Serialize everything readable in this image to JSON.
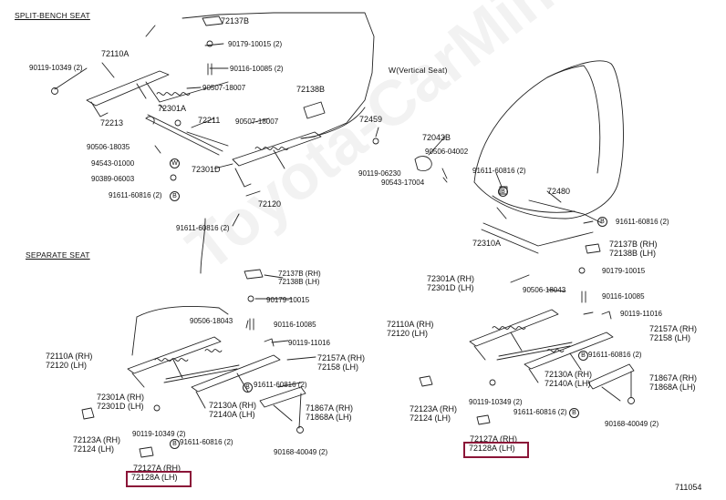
{
  "sections": {
    "split_bench": "SPLIT-BENCH SEAT",
    "separate": "SEPARATE SEAT",
    "vertical": "W(Vertical Seat)"
  },
  "figure_number": "711054",
  "watermark": "Toyota-CarMine.ru",
  "labels": {
    "a1": "72137B",
    "a2": "90179-10015 (2)",
    "a3": "72110A",
    "a4": "90119-10349 (2)",
    "a5": "90116-10085 (2)",
    "a6": "90507-18007",
    "a7": "72138B",
    "a8": "72301A",
    "a9": "72213",
    "a10": "72211",
    "a11": "90507-18007",
    "a12": "90506-18035",
    "a13": "94543-01000",
    "a14": "72301D",
    "a15": "90389-06003",
    "a16": "91611-60816 (2)",
    "a17": "72120",
    "a18": "91611-60816 (2)",
    "b1": "72137B (RH)",
    "b2": "72138B (LH)",
    "b3": "90179-10015",
    "b4": "90506-18043",
    "b5": "90116-10085",
    "b6": "72110A (RH)",
    "b7": "72120 (LH)",
    "b8": "90119-11016",
    "b9": "72157A (RH)",
    "b10": "72158 (LH)",
    "b11": "91611-60816 (2)",
    "b12": "72301A (RH)",
    "b13": "72301D (LH)",
    "b14": "72130A (RH)",
    "b15": "72140A (LH)",
    "b16": "71867A (RH)",
    "b17": "71868A (LH)",
    "b18": "90119-10349 (2)",
    "b19": "72123A (RH)",
    "b20": "72124 (LH)",
    "b21": "91611-60816 (2)",
    "b22": "90168-40049 (2)",
    "b23": "72127A (RH)",
    "b24": "72128A (LH)",
    "c1": "72459",
    "c2": "72043B",
    "c3": "90506-04002",
    "c4": "90119-06230",
    "c5": "90543-17004",
    "c6": "91611-60816 (2)",
    "c7": "72480",
    "c8": "91611-60816 (2)",
    "c9": "72310A",
    "c10": "72137B (RH)",
    "c11": "72138B (LH)",
    "c12": "90179-10015",
    "c13": "72301A (RH)",
    "c14": "72301D (LH)",
    "c15": "90506-18043",
    "c16": "90116-10085",
    "c17": "90119-11016",
    "c18": "72110A (RH)",
    "c19": "72120 (LH)",
    "c20": "72157A (RH)",
    "c21": "72158 (LH)",
    "c22": "91611-60816 (2)",
    "c23": "72130A (RH)",
    "c24": "72140A (LH)",
    "c25": "71867A (RH)",
    "c26": "71868A (LH)",
    "c27": "90119-10349 (2)",
    "c28": "72123A (RH)",
    "c29": "72124 (LH)",
    "c30": "91611-60816 (2)",
    "c31": "90168-40049 (2)",
    "c32": "72127A (RH)",
    "c33": "72128A (LH)"
  },
  "circle_marks": {
    "w1": "W",
    "b1": "B",
    "b2": "B",
    "b3": "B",
    "b4": "B",
    "b5": "B",
    "b6": "B",
    "b7": "B"
  },
  "highlight_color": "#8b1538"
}
